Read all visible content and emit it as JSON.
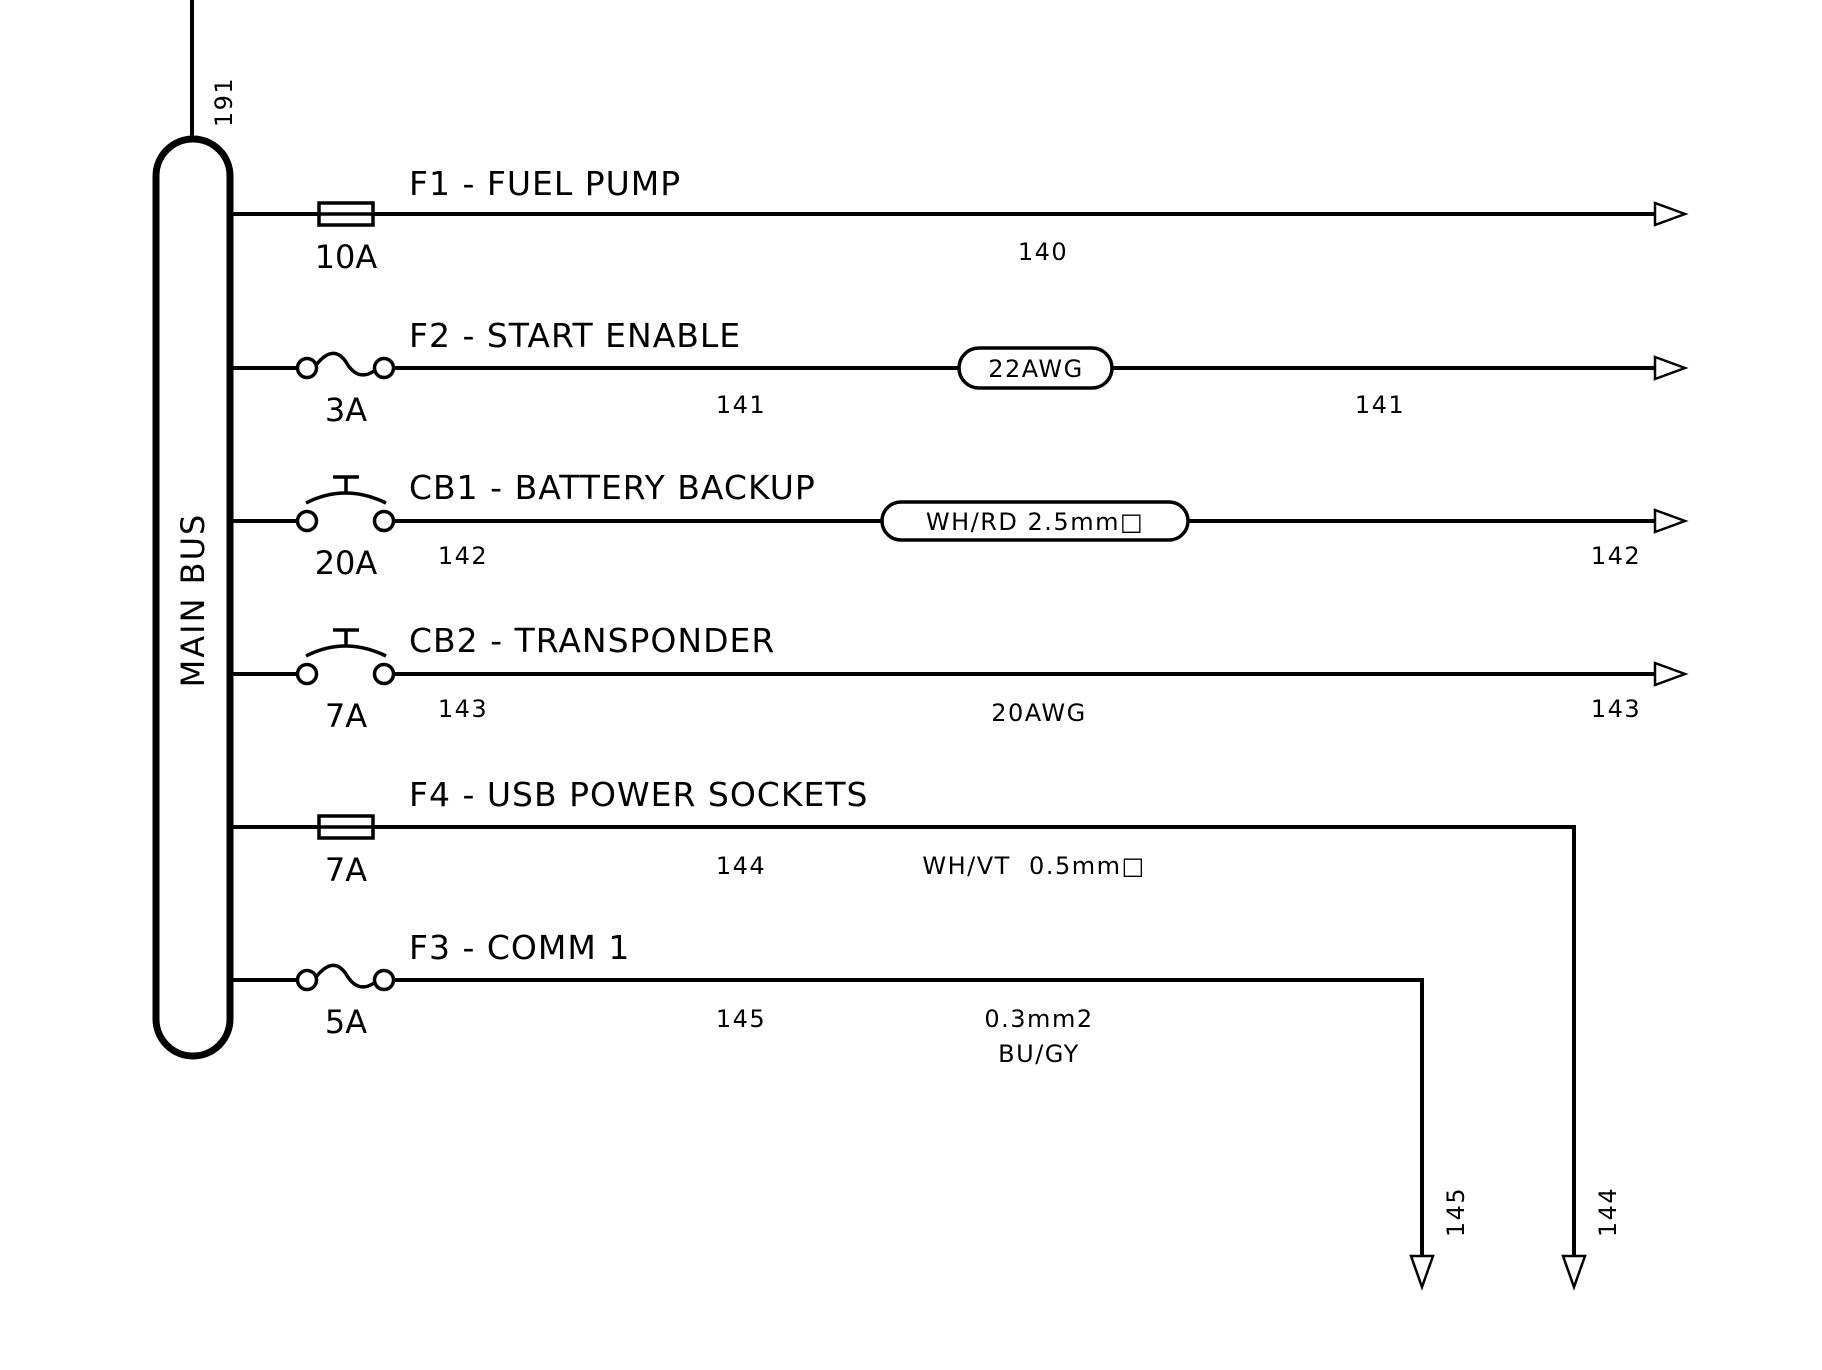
{
  "diagram": {
    "input_wire": {
      "label": "191"
    },
    "bus": {
      "label": "MAIN BUS"
    },
    "circuits": [
      {
        "id": "F1",
        "title": "F1 - FUEL PUMP",
        "device": "cartridge-fuse",
        "rating": "10A",
        "wire_labels": [
          "140"
        ],
        "spec_pill": null,
        "spec_text": null,
        "termination": "right-arrow"
      },
      {
        "id": "F2",
        "title": "F2 - START ENABLE",
        "device": "blade-fuse",
        "rating": "3A",
        "wire_labels": [
          "141",
          "141"
        ],
        "spec_pill": "22AWG",
        "spec_text": null,
        "termination": "right-arrow"
      },
      {
        "id": "CB1",
        "title": "CB1 - BATTERY BACKUP",
        "device": "circuit-breaker",
        "rating": "20A",
        "wire_labels": [
          "142",
          "142"
        ],
        "spec_pill": "WH/RD 2.5mm□",
        "spec_text": null,
        "termination": "right-arrow"
      },
      {
        "id": "CB2",
        "title": "CB2 - TRANSPONDER",
        "device": "circuit-breaker",
        "rating": "7A",
        "wire_labels": [
          "143",
          "143"
        ],
        "spec_pill": null,
        "spec_text": [
          "20AWG"
        ],
        "termination": "right-arrow"
      },
      {
        "id": "F4",
        "title": "F4 - USB POWER SOCKETS",
        "device": "cartridge-fuse",
        "rating": "7A",
        "wire_labels": [
          "144",
          "144"
        ],
        "spec_pill": null,
        "spec_text": [
          "WH/VT  0.5mm□"
        ],
        "termination": "down-arrow"
      },
      {
        "id": "F3",
        "title": "F3 - COMM 1",
        "device": "blade-fuse",
        "rating": "5A",
        "wire_labels": [
          "145",
          "145"
        ],
        "spec_pill": null,
        "spec_text": [
          "0.3mm2",
          "BU/GY"
        ],
        "termination": "down-arrow"
      }
    ]
  }
}
